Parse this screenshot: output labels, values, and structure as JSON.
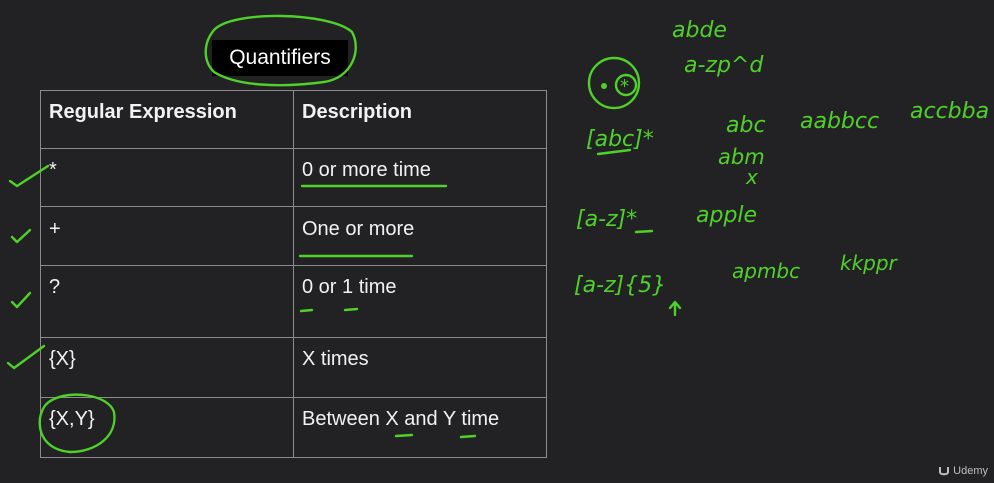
{
  "title": "Quantifiers",
  "table": {
    "headers": [
      "Regular Expression",
      "Description"
    ],
    "rows": [
      {
        "expression": "*",
        "description": "0 or more time"
      },
      {
        "expression": "+",
        "description": "One or more"
      },
      {
        "expression": "?",
        "description": "0 or 1 time"
      },
      {
        "expression": "{X}",
        "description": "X times"
      },
      {
        "expression": "{X,Y}",
        "description": "Between X and Y time"
      }
    ]
  },
  "annotations": {
    "line1": "abde",
    "line2": "a-zp^d",
    "pattern1": "[abc]*",
    "samples1": [
      "abc",
      "aabbcc",
      "accbba"
    ],
    "sample_abm": "abm",
    "cross": "x",
    "pattern2": "[a-z]*",
    "sample_apple": "apple",
    "pattern3": "[a-z]{5}",
    "sample_apmbc": "apmbc",
    "sample_kkppr": "kkppr"
  },
  "ink_color": "#4fd12a",
  "logo": {
    "icon": "udemy-logo-icon",
    "text": "Udemy"
  }
}
